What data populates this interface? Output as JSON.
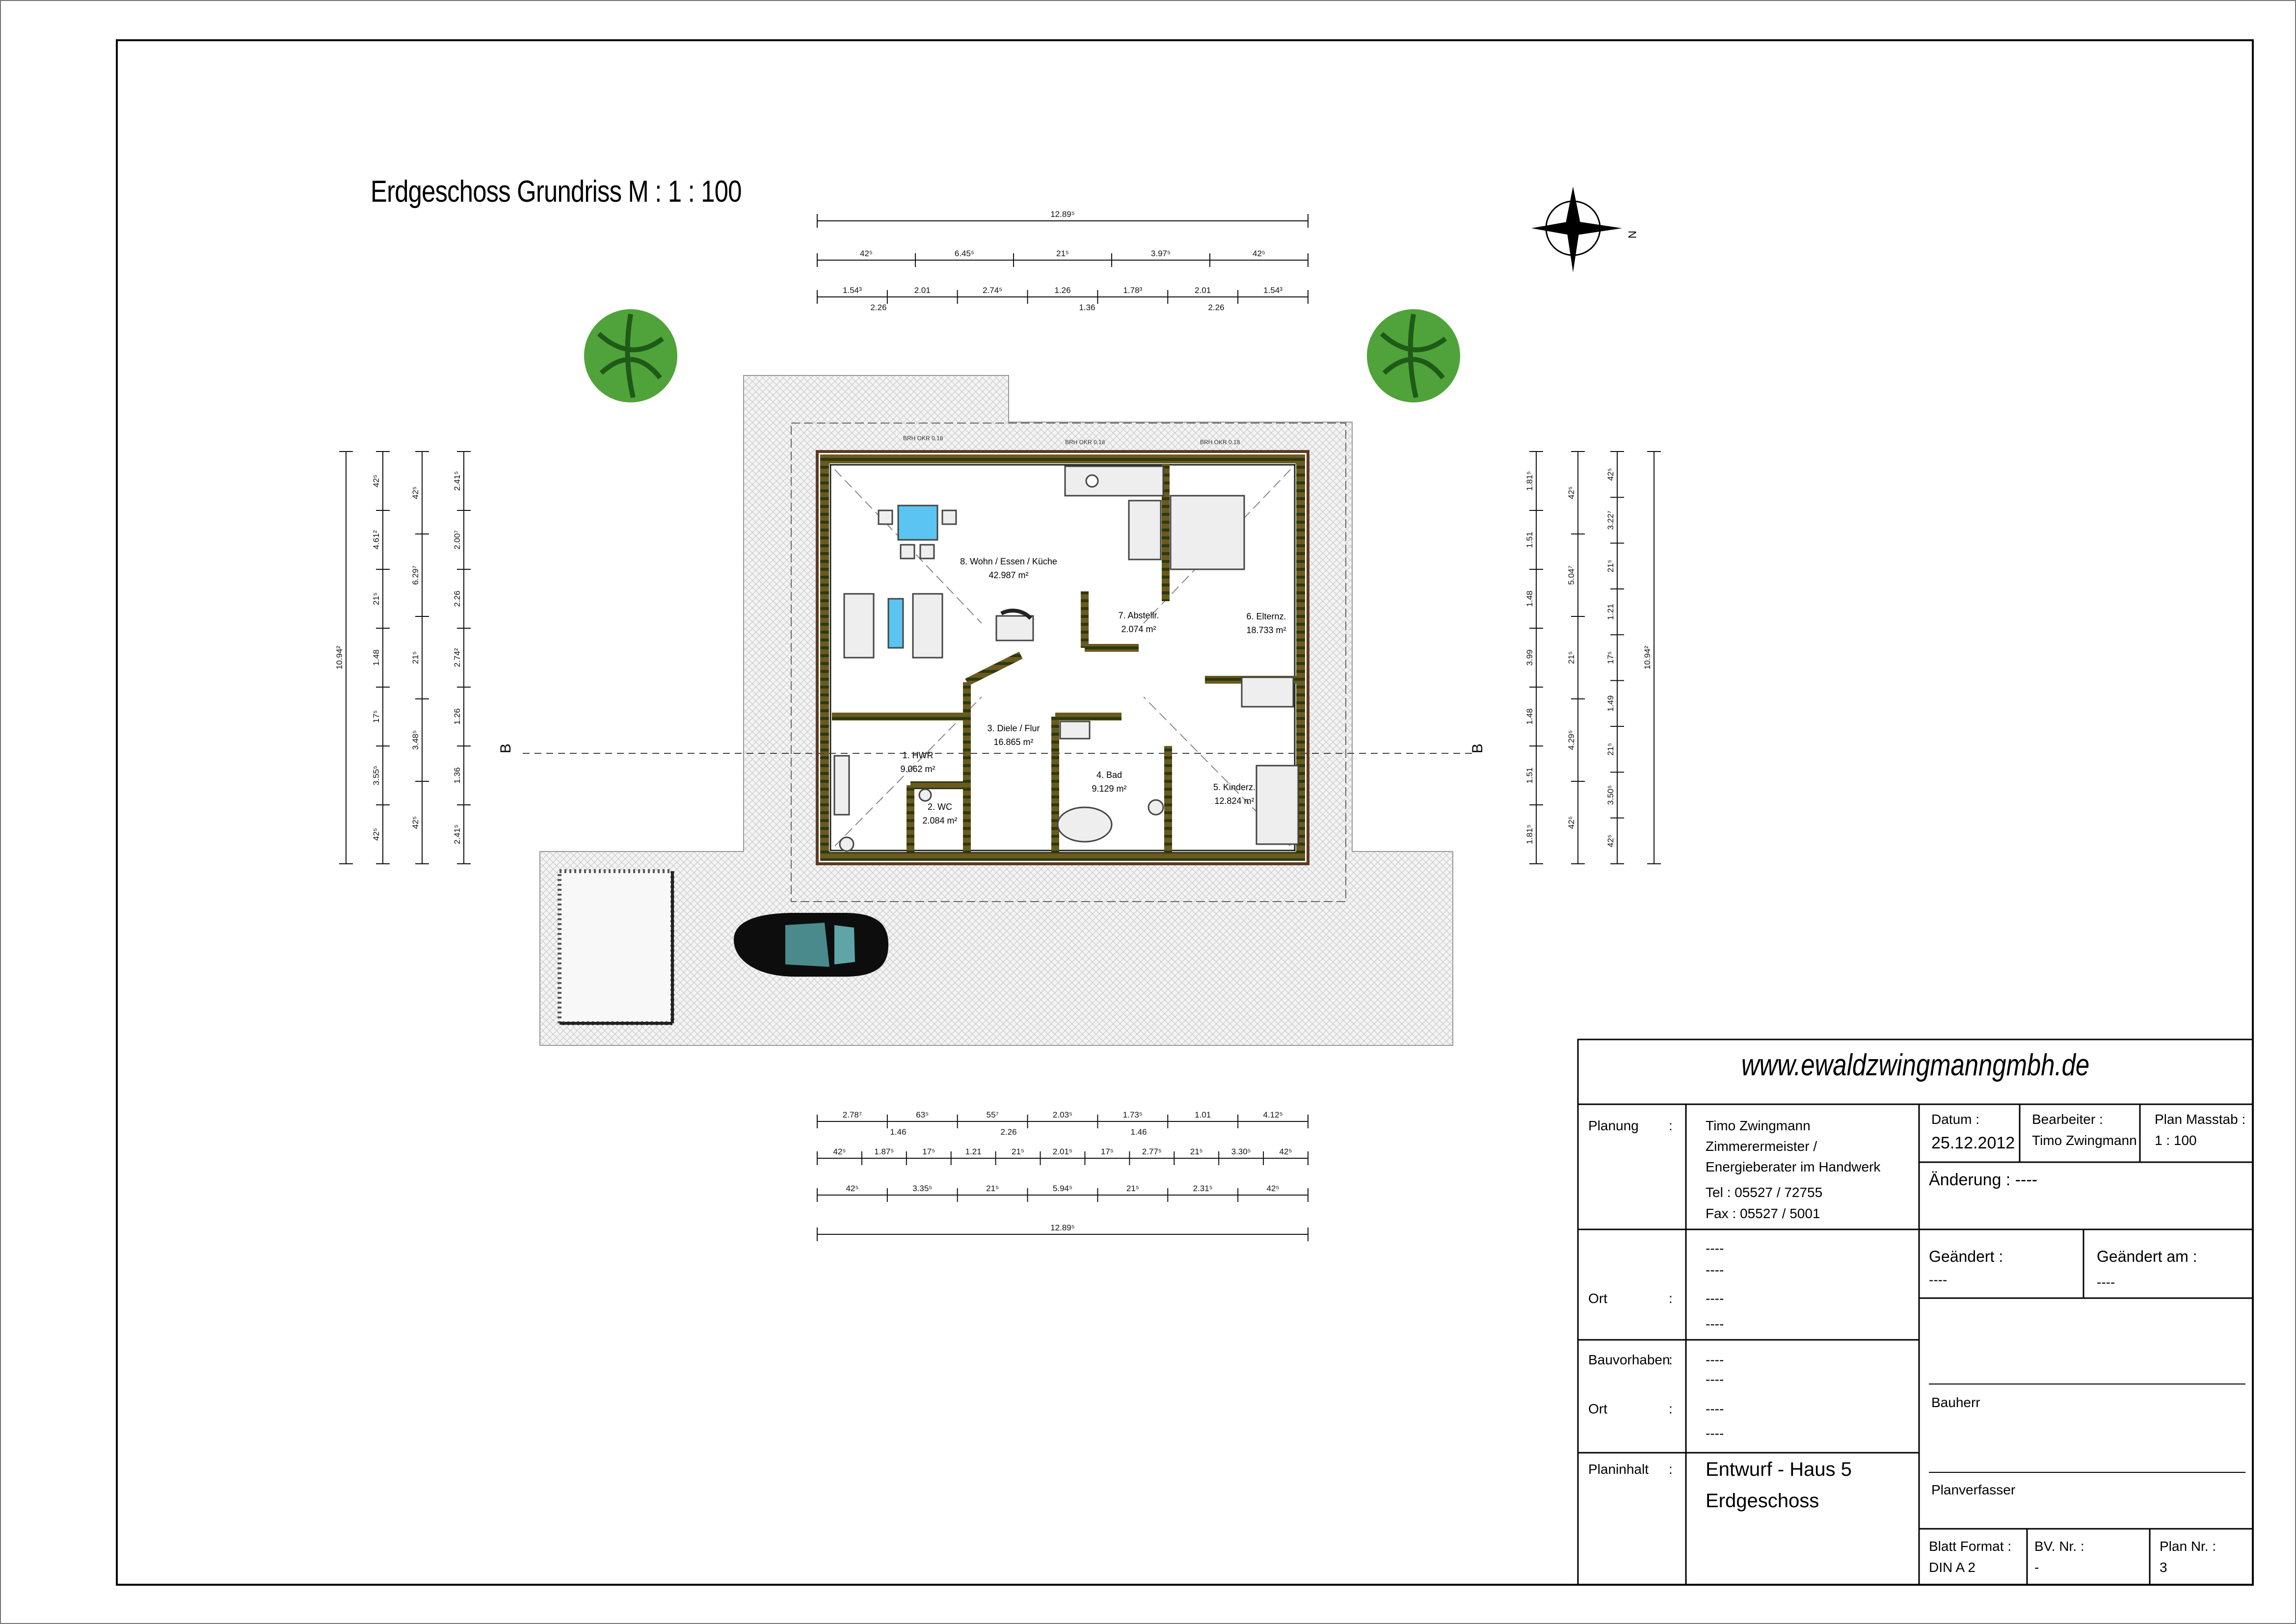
{
  "plan": {
    "title": "Erdgeschoss Grundriss    M  :  1 : 100",
    "north": "N",
    "section_marker": "B",
    "window_labels": [
      "BRH OKR 0.18",
      "BRH OKR 0.18",
      "BRH OKR 0.18"
    ],
    "rooms": [
      {
        "name": "8. Wohn / Essen / Küche",
        "area": "42.987 m²"
      },
      {
        "name": "7. Abstellr.",
        "area": "2.074 m²"
      },
      {
        "name": "6. Elternz.",
        "area": "18.733 m²"
      },
      {
        "name": "3. Diele / Flur",
        "area": "16.865 m²"
      },
      {
        "name": "1. HWR",
        "area": "9.062 m²"
      },
      {
        "name": "2. WC",
        "area": "2.084 m²"
      },
      {
        "name": "4. Bad",
        "area": "9.129 m²"
      },
      {
        "name": "5. Kinderz.",
        "area": "12.824 m²"
      }
    ],
    "dims_top": {
      "total": "12.89⁵",
      "row2": [
        "42⁵",
        "6.45⁵",
        "21⁵",
        "3.97⁵",
        "42⁵"
      ],
      "row3_upper": [
        "1.54³",
        "2.01",
        "2.74⁵",
        "1.26",
        "1.78³",
        "2.01",
        "1.54³"
      ],
      "row3_lower": [
        "2.26",
        "1.36",
        "2.26"
      ]
    },
    "dims_bottom": {
      "row1_upper": [
        "2.78⁷",
        "63⁵",
        "55⁷",
        "2.03⁵",
        "1.73⁵",
        "1.01",
        "4.12⁵"
      ],
      "row1_lower": [
        "1.46",
        "2.26",
        "1.46"
      ],
      "row2": [
        "42⁵",
        "1.87⁵",
        "17⁵",
        "1.21",
        "21⁵",
        "2.01⁵",
        "17⁵",
        "2.77⁵",
        "21⁵",
        "3.30⁵",
        "42⁵"
      ],
      "row3": [
        "42⁵",
        "3.35⁵",
        "21⁵",
        "5.94⁵",
        "21⁵",
        "2.31⁵",
        "42⁵"
      ],
      "total": "12.89⁵"
    },
    "dims_left": {
      "total": "10.94²",
      "col2": [
        "42⁵",
        "4.61²",
        "21⁵",
        "1.48",
        "17⁵",
        "3.55⁵",
        "42⁵"
      ],
      "col3": [
        "42⁵",
        "6.29⁷",
        "21⁵",
        "3.48⁵",
        "42⁵"
      ],
      "col4": [
        "2.41⁵",
        "2.00⁷",
        "2.26",
        "2.74²",
        "1.26",
        "1.36",
        "2.41⁵"
      ]
    },
    "dims_right": {
      "total": "10.94²",
      "col1": [
        "1.81⁵",
        "1.51",
        "1.48",
        "3.99",
        "1.48",
        "1.51",
        "1.81⁵"
      ],
      "col2": [
        "42⁵",
        "5.04⁷",
        "21⁵",
        "4.29⁵",
        "42⁵"
      ],
      "col3": [
        "42⁵",
        "3.22⁷",
        "21⁵",
        "1.21",
        "17⁵",
        "1.49",
        "21⁵",
        "3.50⁵",
        "42⁵"
      ]
    }
  },
  "title_block": {
    "website": "www.ewaldzwingmanngmbh.de",
    "planung_label": "Planung",
    "planung_lines": [
      "Timo Zwingmann",
      "Zimmerermeister /",
      "Energieberater im Handwerk",
      "Tel  : 05527 / 72755",
      "Fax : 05527 / 5001"
    ],
    "ort_placeholders": [
      "----",
      "----"
    ],
    "ort_label": "Ort",
    "ort_values": [
      "----",
      "----"
    ],
    "bauvorhaben_label": "Bauvorhaben",
    "bauvorhaben_values": [
      "----",
      "----"
    ],
    "ort2_label": "Ort",
    "ort2_values": [
      "----",
      "----"
    ],
    "planinhalt_label": "Planinhalt",
    "planinhalt_lines": [
      "Entwurf - Haus 5",
      "Erdgeschoss"
    ],
    "colon": ":",
    "datum_label": "Datum   :",
    "datum_value": "25.12.2012",
    "bearbeiter_label": "Bearbeiter   :",
    "bearbeiter_value": "Timo Zwingmann",
    "masstab_label": "Plan Masstab   :",
    "masstab_value": "1 : 100",
    "aenderung_label": "Änderung   :   ----",
    "geaendert_label": "Geändert   :",
    "geaendert_value": "----",
    "geaendert_am_label": "Geändert am   :",
    "geaendert_am_value": "----",
    "bauherr_label": "Bauherr",
    "planverfasser_label": "Planverfasser",
    "blatt_label": "Blatt Format   :",
    "blatt_value": "DIN A 2",
    "bv_label": "BV. Nr.   :",
    "bv_value": "-",
    "planr_label": "Plan Nr.   :",
    "planr_value": "3"
  }
}
